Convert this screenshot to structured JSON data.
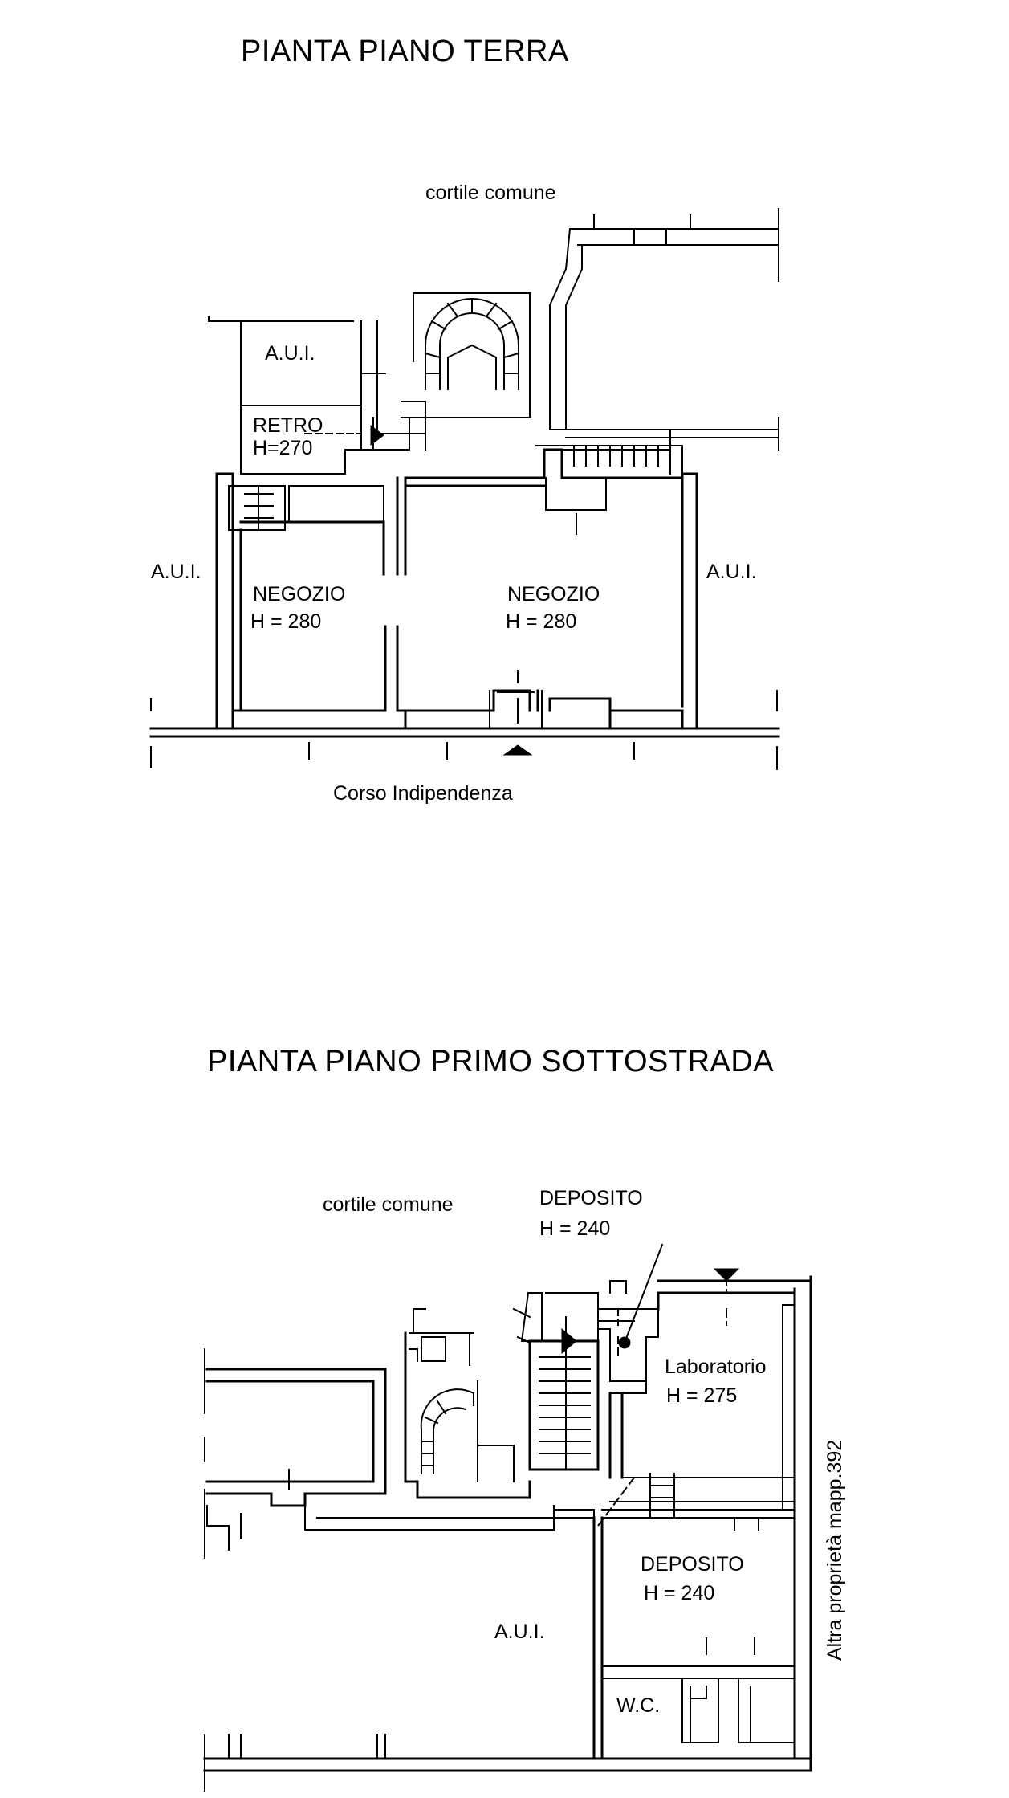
{
  "ground_floor": {
    "title": "PIANTA PIANO TERRA",
    "courtyard": "cortile comune",
    "street": "Corso Indipendenza",
    "rooms": {
      "aui_top": "A.U.I.",
      "retro_name": "RETRO",
      "retro_height": "H=270",
      "aui_left": "A.U.I.",
      "aui_right": "A.U.I.",
      "negozio_left_name": "NEGOZIO",
      "negozio_left_height": "H = 280",
      "negozio_right_name": "NEGOZIO",
      "negozio_right_height": "H = 280"
    }
  },
  "basement": {
    "title": "PIANTA PIANO PRIMO SOTTOSTRADA",
    "courtyard": "cortile comune",
    "rooms": {
      "deposito_top_name": "DEPOSITO",
      "deposito_top_height": "H = 240",
      "laboratorio_name": "Laboratorio",
      "laboratorio_height": "H = 275",
      "deposito_mid_name": "DEPOSITO",
      "deposito_mid_height": "H = 240",
      "aui": "A.U.I.",
      "wc": "W.C."
    },
    "side_note": "Altra proprietà mapp.392"
  }
}
